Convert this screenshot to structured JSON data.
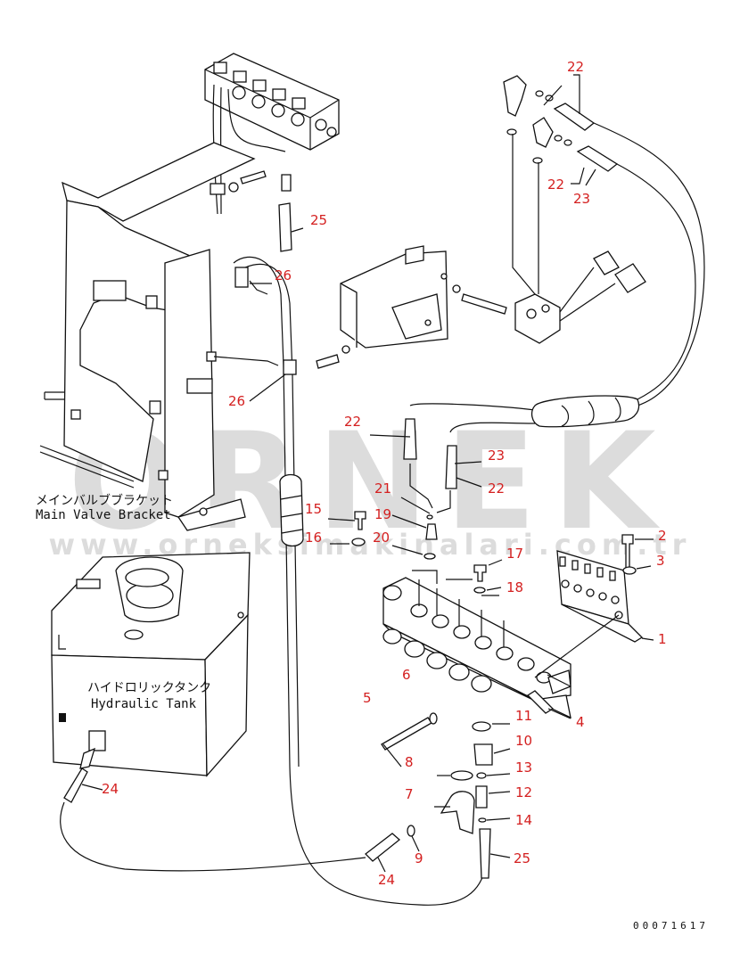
{
  "watermark": {
    "brand": "ORNEK",
    "url": "www.orneksimakinalari.com.tr",
    "color": "#dcdcdc"
  },
  "captions": {
    "bracket_jp": "メインバルブブラケット",
    "bracket_en": "Main Valve Bracket",
    "tank_jp": "ハイドロリックタンク",
    "tank_en": "Hydraulic Tank"
  },
  "drawing_number": "00071617",
  "callouts": [
    {
      "id": "c22a",
      "text": "22"
    },
    {
      "id": "c22b",
      "text": "22"
    },
    {
      "id": "c23a",
      "text": "23"
    },
    {
      "id": "c25a",
      "text": "25"
    },
    {
      "id": "c26a",
      "text": "26"
    },
    {
      "id": "c26b",
      "text": "26"
    },
    {
      "id": "c22c",
      "text": "22"
    },
    {
      "id": "c23b",
      "text": "23"
    },
    {
      "id": "c22d",
      "text": "22"
    },
    {
      "id": "c21",
      "text": "21"
    },
    {
      "id": "c15",
      "text": "15"
    },
    {
      "id": "c19",
      "text": "19"
    },
    {
      "id": "c16",
      "text": "16"
    },
    {
      "id": "c20",
      "text": "20"
    },
    {
      "id": "c2",
      "text": "2"
    },
    {
      "id": "c3",
      "text": "3"
    },
    {
      "id": "c17",
      "text": "17"
    },
    {
      "id": "c18",
      "text": "18"
    },
    {
      "id": "c1",
      "text": "1"
    },
    {
      "id": "c6",
      "text": "6"
    },
    {
      "id": "c5",
      "text": "5"
    },
    {
      "id": "c4",
      "text": "4"
    },
    {
      "id": "c11",
      "text": "11"
    },
    {
      "id": "c10",
      "text": "10"
    },
    {
      "id": "c8",
      "text": "8"
    },
    {
      "id": "c13",
      "text": "13"
    },
    {
      "id": "c7",
      "text": "7"
    },
    {
      "id": "c12",
      "text": "12"
    },
    {
      "id": "c14",
      "text": "14"
    },
    {
      "id": "c24a",
      "text": "24"
    },
    {
      "id": "c9",
      "text": "9"
    },
    {
      "id": "c24b",
      "text": "24"
    },
    {
      "id": "c25b",
      "text": "25"
    }
  ],
  "colors": {
    "callout": "#d42020",
    "line": "#111111"
  }
}
